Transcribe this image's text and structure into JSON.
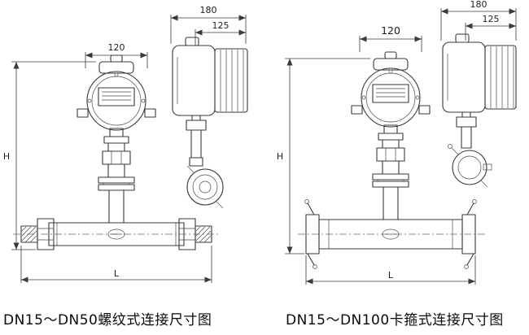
{
  "page": {
    "background": "#ffffff",
    "line_color": "#3a3a3a"
  },
  "left": {
    "caption": "DN15～DN50螺纹式连接尺寸图",
    "dims": {
      "top_width": "120",
      "side_total": "180",
      "side_cap": "125",
      "height": "H",
      "length": "L"
    }
  },
  "right": {
    "caption": "DN15～DN100卡箍式连接尺寸图",
    "dims": {
      "top_width": "120",
      "side_total": "180",
      "side_cap": "125",
      "height": "H",
      "length": "L"
    }
  }
}
